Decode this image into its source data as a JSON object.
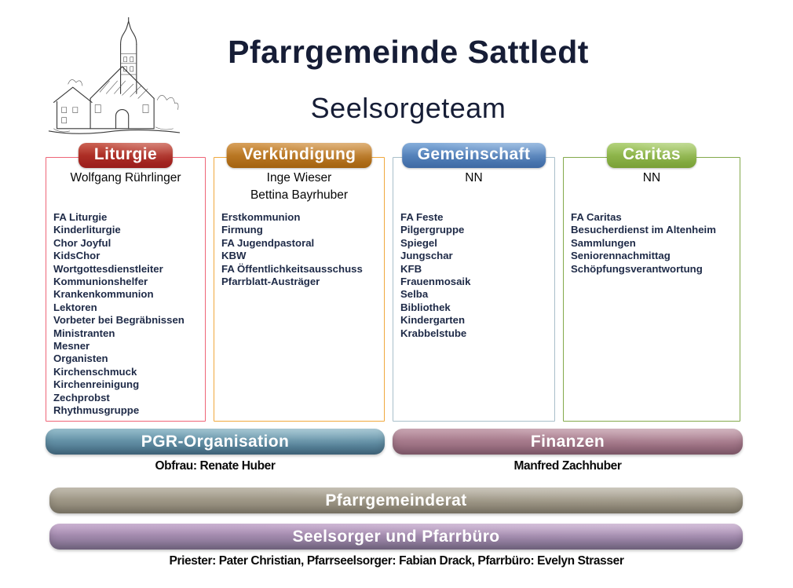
{
  "header": {
    "title": "Pfarrgemeinde Sattledt",
    "subtitle": "Seelsorgeteam",
    "logo": "church-line-drawing"
  },
  "columns": [
    {
      "label": "Liturgie",
      "badge_color": "#a92420",
      "border_color": "#ee6577",
      "leaders": [
        "Wolfgang Rührlinger"
      ],
      "items": [
        "FA Liturgie",
        "Kinderliturgie",
        "Chor Joyful",
        "KidsChor",
        "Wortgottesdienstleiter",
        "Kommunionshelfer",
        "Krankenkommunion",
        "Lektoren",
        "Vorbeter bei Begräbnissen",
        "Ministranten",
        "Mesner",
        "Organisten",
        "Kirchenschmuck",
        "Kirchenreinigung",
        "Zechprobst",
        "Rhythmusgruppe"
      ]
    },
    {
      "label": "Verkündigung",
      "badge_color": "#b9772a",
      "border_color": "#f0a83e",
      "leaders": [
        "Inge Wieser",
        "Bettina Bayrhuber"
      ],
      "items": [
        "Erstkommunion",
        "Firmung",
        "FA Jugendpastoral",
        "KBW",
        "FA Öffentlichkeitsausschuss",
        "Pfarrblatt-Austräger"
      ]
    },
    {
      "label": "Gemeinschaft",
      "badge_color": "#4a77b0",
      "border_color": "#a9bfca",
      "leaders": [
        "NN"
      ],
      "items": [
        "FA Feste",
        "Pilgergruppe",
        "Spiegel",
        "Jungschar",
        "KFB",
        "Frauenmosaik",
        "Selba",
        "Bibliothek",
        "Kindergarten",
        "Krabbelstube"
      ]
    },
    {
      "label": "Caritas",
      "badge_color": "#8cb24a",
      "border_color": "#83a94b",
      "leaders": [
        "NN"
      ],
      "items": [
        "FA Caritas",
        "Besucherdienst im Altenheim",
        "Sammlungen",
        "Seniorennachmittag",
        "Schöpfungsverantwortung"
      ]
    }
  ],
  "mid_banners": [
    {
      "label": "PGR-Organisation",
      "subtext": "Obfrau: Renate Huber",
      "color": "#5d8ba0"
    },
    {
      "label": "Finanzen",
      "subtext": "Manfred Zachhuber",
      "color": "#a57888"
    }
  ],
  "bottom_banners": [
    {
      "label": "Pfarrgemeinderat",
      "color": "#9c9586"
    },
    {
      "label": "Seelsorger und Pfarrbüro",
      "color": "#9a7da8"
    }
  ],
  "footer": "Priester: Pater Christian, Pfarrseelsorger: Fabian Drack, Pfarrbüro: Evelyn Strasser",
  "colors": {
    "title_text": "#161d36",
    "body_text": "#1e2a47",
    "background": "#ffffff"
  }
}
